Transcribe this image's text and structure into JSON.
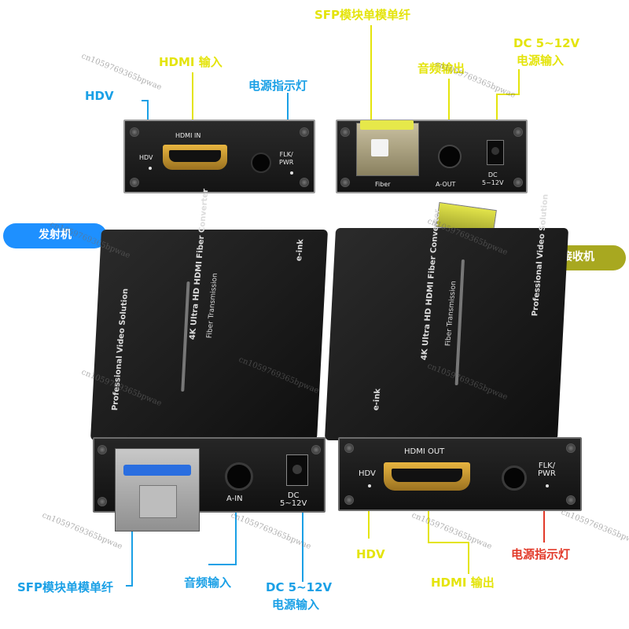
{
  "labels": {
    "sfp_top": "SFP模块单模单纤",
    "hdmi_in": "HDMI 输入",
    "hdv_top": "HDV",
    "power_ind_top": "电源指示灯",
    "audio_out": "音频输出",
    "dc_top_1": "DC 5~12V",
    "dc_top_2": "电源输入",
    "transmitter": "发射机",
    "receiver": "接收机",
    "sfp_bottom": "SFP模块单模单纤",
    "audio_in": "音频输入",
    "dc_bottom_1": "DC 5~12V",
    "dc_bottom_2": "电源输入",
    "hdv_bottom": "HDV",
    "hdmi_out": "HDMI 输出",
    "power_ind_bottom": "电源指示灯"
  },
  "panel_text": {
    "hdmi_in": "HDMI IN",
    "hdv": "HDV",
    "flk_pwr": "FLK/\nPWR",
    "fiber": "Fiber",
    "a_out": "A-OUT",
    "dc": "DC\n5~12V",
    "a_in": "A-IN",
    "hdmi_out": "HDMI OUT"
  },
  "device_text": {
    "brand": "e-ink",
    "product": "4K Ultra HD HDMI Fiber Converter",
    "fiber_transmission": "Fiber Transmission",
    "professional": "Professional Video Solution"
  },
  "watermark": "cn1059769365bpwae",
  "colors": {
    "yellow": "#e4e40c",
    "blue": "#1aa0e6",
    "red": "#e23a2a",
    "bubble_blue": "#1e90ff",
    "bubble_olive": "#a8a820"
  }
}
